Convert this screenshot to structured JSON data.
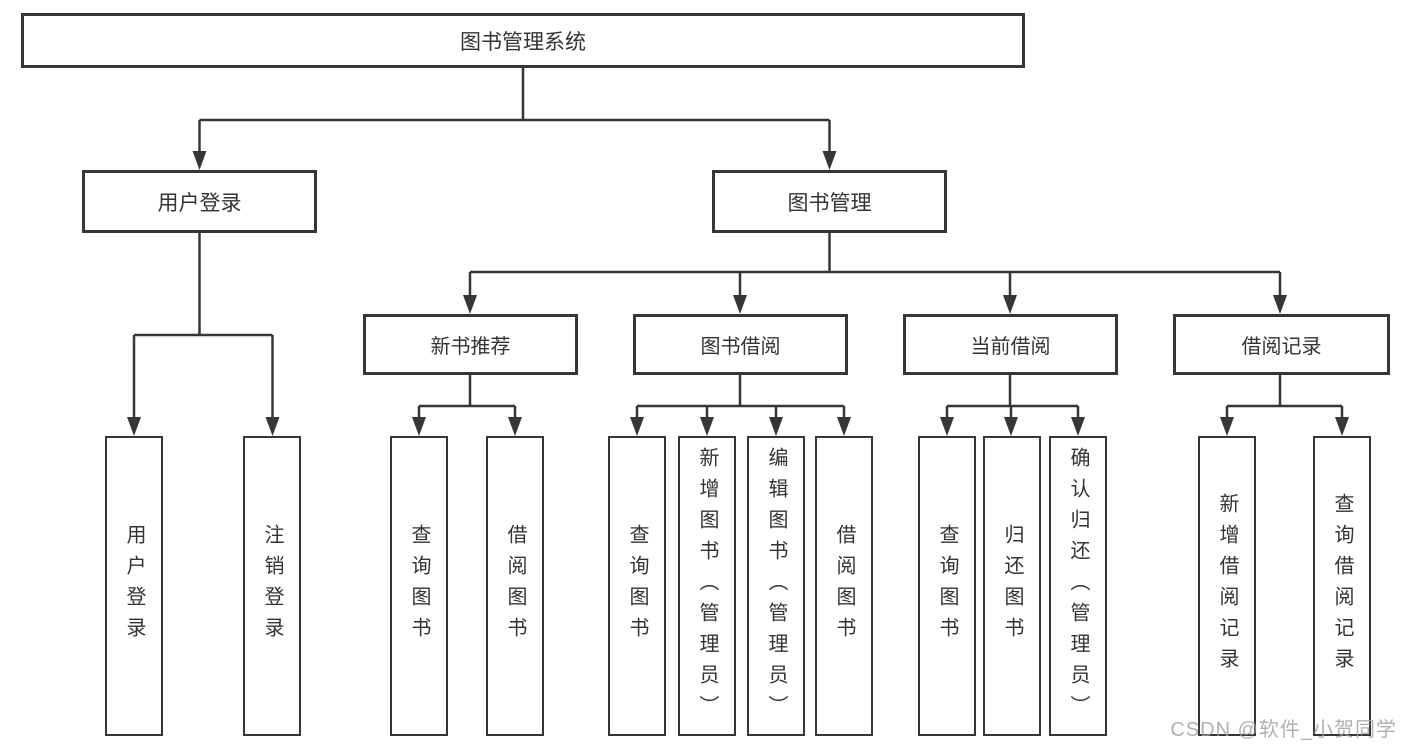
{
  "root": {
    "label": "图书管理系统"
  },
  "user_login_branch": {
    "label": "用户登录",
    "children": [
      "用户登录",
      "注销登录"
    ]
  },
  "book_mgmt_branch": {
    "label": "图书管理",
    "groups": [
      {
        "label": "新书推荐",
        "children": [
          "查询图书",
          "借阅图书"
        ]
      },
      {
        "label": "图书借阅",
        "children": [
          "查询图书",
          "新增图书（管理员）",
          "编辑图书（管理员）",
          "借阅图书"
        ]
      },
      {
        "label": "当前借阅",
        "children": [
          "查询图书",
          "归还图书",
          "确认归还（管理员）"
        ]
      },
      {
        "label": "借阅记录",
        "children": [
          "新增借阅记录",
          "查询借阅记录"
        ]
      }
    ]
  },
  "watermark": "CSDN @软件_小贺同学",
  "colors": {
    "line": "#363636",
    "text": "#333333",
    "watermark": "#9e9e9e",
    "background": "#ffffff"
  }
}
